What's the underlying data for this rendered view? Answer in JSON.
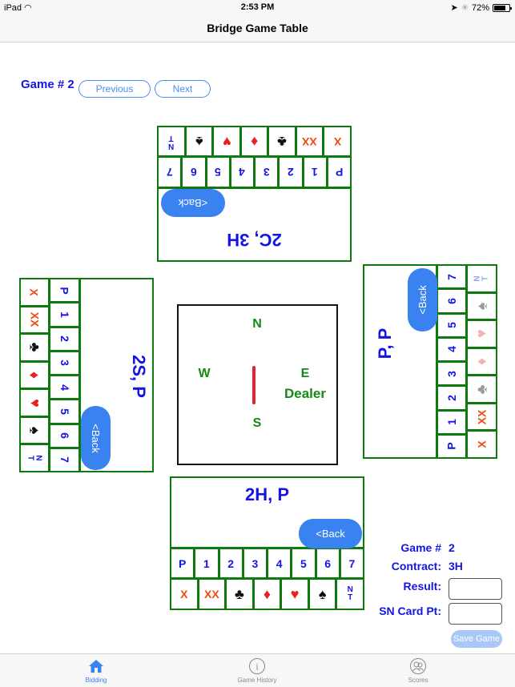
{
  "status_bar": {
    "device": "iPad",
    "time": "2:53 PM",
    "battery": "72%"
  },
  "nav": {
    "title": "Bridge Game Table"
  },
  "game_nav": {
    "game_label": "Game # 2",
    "previous_label": "Previous",
    "next_label": "Next"
  },
  "bid_keys": {
    "levels": [
      "P",
      "1",
      "2",
      "3",
      "4",
      "5",
      "6",
      "7"
    ],
    "calls": [
      {
        "label": "X",
        "kind": "text"
      },
      {
        "label": "XX",
        "kind": "text"
      },
      {
        "label": "♣",
        "kind": "suit",
        "suit": "clubs",
        "color": "black"
      },
      {
        "label": "♦",
        "kind": "suit",
        "suit": "diamonds",
        "color": "red"
      },
      {
        "label": "♥",
        "kind": "suit",
        "suit": "hearts",
        "color": "red"
      },
      {
        "label": "♠",
        "kind": "suit",
        "suit": "spades",
        "color": "black"
      },
      {
        "label": "N\nT",
        "kind": "nt"
      }
    ]
  },
  "players": {
    "north": {
      "bids": "2C, 3H",
      "back_label": "<Back"
    },
    "west": {
      "bids": "2S, P",
      "back_label": "<Back"
    },
    "east": {
      "bids": "P, P",
      "back_label": "<Back"
    },
    "south": {
      "bids": "2H, P",
      "back_label": "<Back"
    }
  },
  "compass": {
    "north": "N",
    "south": "S",
    "east": "E",
    "west": "W",
    "dealer_label": "Dealer",
    "dealer": "E"
  },
  "summary": {
    "game_label": "Game #",
    "game_value": "2",
    "contract_label": "Contract:",
    "contract_value": "3H",
    "result_label": "Result:",
    "result_value": "",
    "sn_card_pt_label": "SN Card Pt:",
    "sn_card_pt_value": "",
    "save_label": "Save Game"
  },
  "tabs": [
    {
      "label": "Bidding",
      "icon": "home-icon",
      "active": true
    },
    {
      "label": "Game History",
      "icon": "info-icon",
      "active": false
    },
    {
      "label": "Scores",
      "icon": "users-icon",
      "active": false
    }
  ],
  "colors": {
    "accent": "#3a82f0",
    "panel_border": "#0d7a0d",
    "bid_text": "#1414e6",
    "double_text": "#f04a14",
    "compass_text": "#138a13",
    "needle": "#e8202a"
  }
}
